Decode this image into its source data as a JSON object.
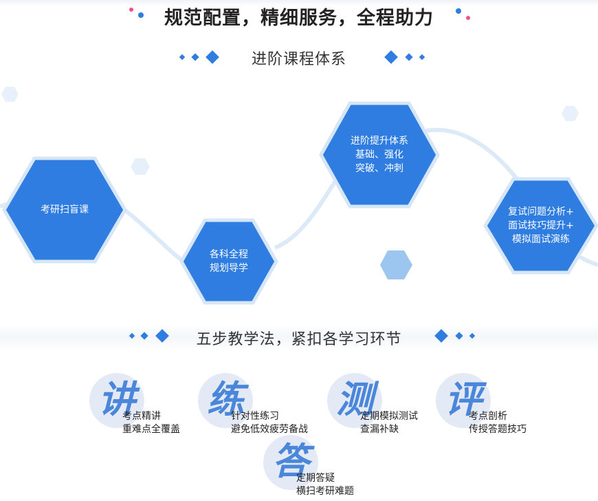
{
  "header": {
    "title": "规范配置，精细服务，全程助力"
  },
  "section_advanced": {
    "title": "进阶课程体系",
    "stages": [
      {
        "lines": [
          "考研扫盲课"
        ]
      },
      {
        "lines": [
          "各科全程",
          "规划导学"
        ]
      },
      {
        "lines": [
          "进阶提升体系",
          "基础、强化",
          "突破、冲刺"
        ]
      },
      {
        "lines": [
          "复试问题分析+",
          "面试技巧提升+",
          "模拟面试演练"
        ]
      }
    ]
  },
  "section_method": {
    "title": "五步教学法，紧扣各学习环节",
    "steps": [
      {
        "glyph": "讲",
        "line1": "考点精讲",
        "line2": "重难点全覆盖"
      },
      {
        "glyph": "练",
        "line1": "针对性练习",
        "line2": "避免低效疲劳备战"
      },
      {
        "glyph": "测",
        "line1": "定期模拟测试",
        "line2": "查漏补缺"
      },
      {
        "glyph": "评",
        "line1": "考点剖析",
        "line2": "传授答题技巧"
      },
      {
        "glyph": "答",
        "line1": "定期答疑",
        "line2": "横扫考研难题"
      }
    ]
  },
  "colors": {
    "hex_fill": "#2f7de1",
    "hex_border": "#d6e6f7",
    "curve": "#dce9f6",
    "diamond": "#2f7de1",
    "dot_pink": "#f0508a",
    "dot_blue": "#2f7de1"
  }
}
